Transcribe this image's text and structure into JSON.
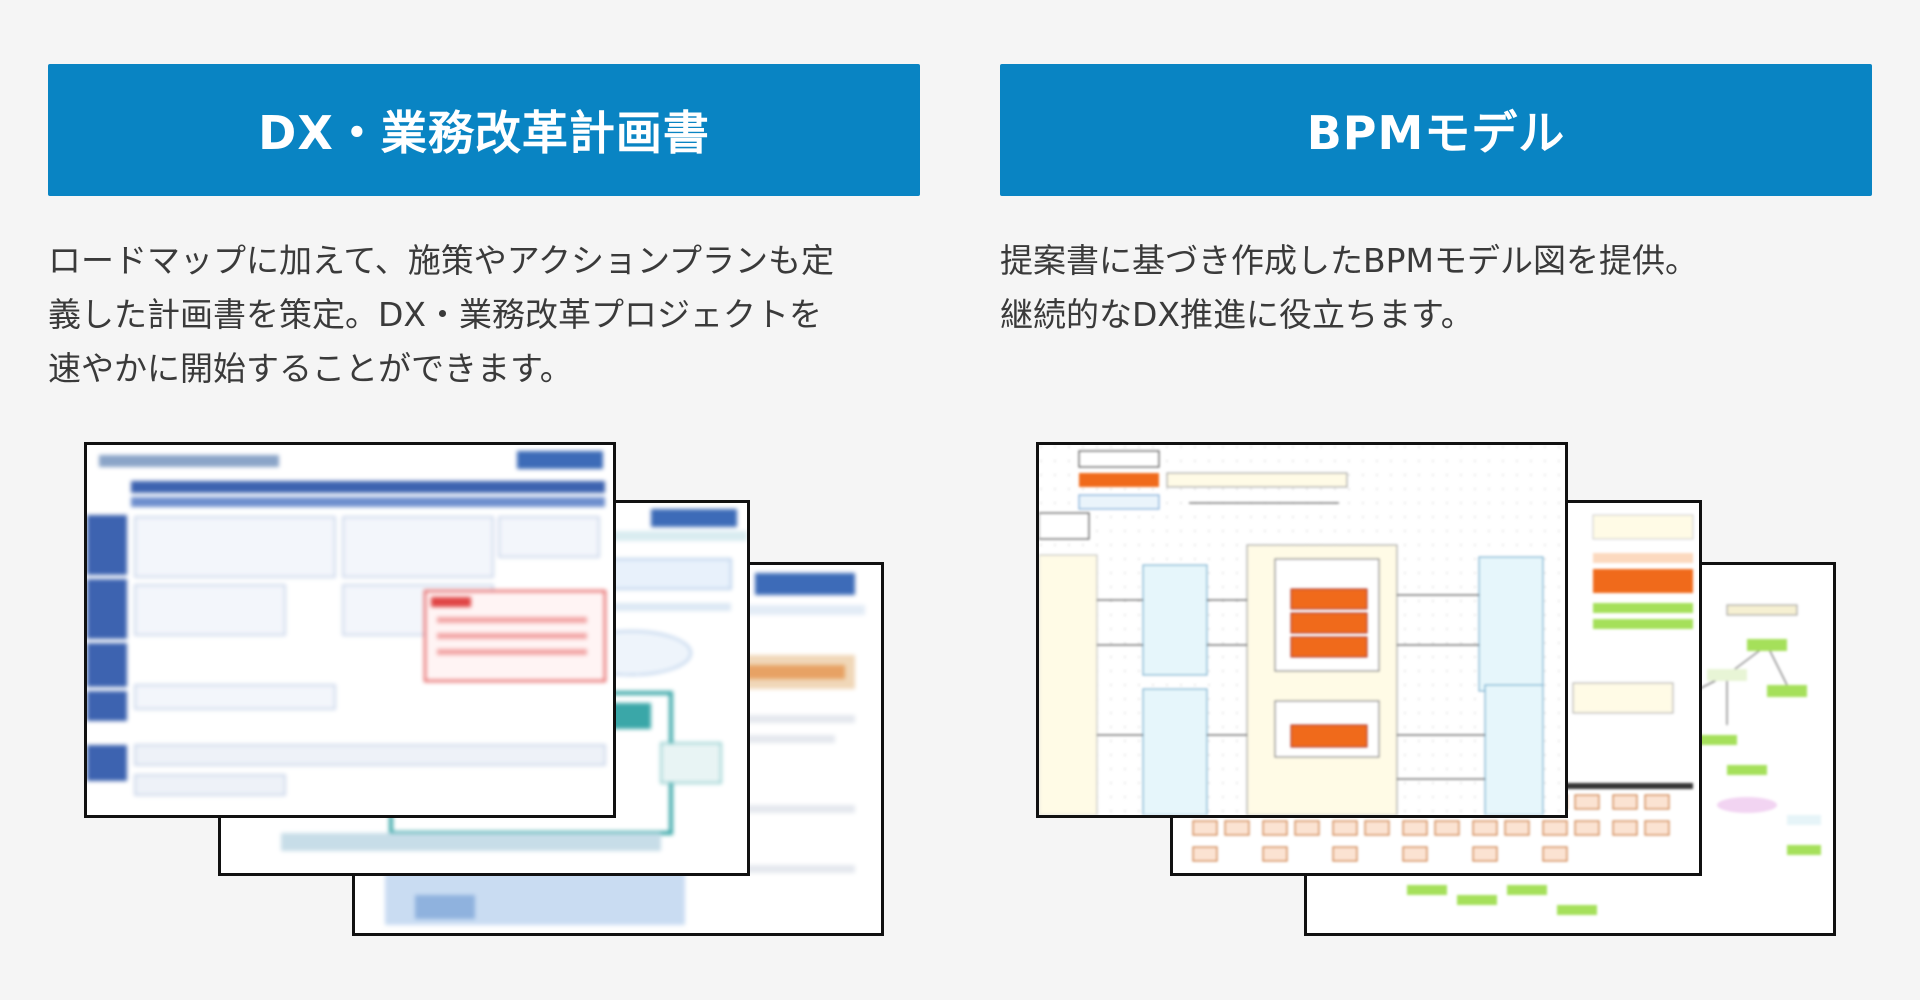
{
  "left": {
    "title": "DX・業務改革計画書",
    "description_lines": [
      "ロードマップに加えて、施策やアクションプランも定",
      "義した計画書を策定。DX・業務改革プロジェクトを",
      "速やかに開始することができます。"
    ],
    "thumbnail_icon": "document-preview-icon"
  },
  "right": {
    "title": "BPMモデル",
    "description_lines": [
      "提案書に基づき作成したBPMモデル図を提供。",
      "継続的なDX推進に役立ちます。"
    ],
    "thumbnail_icon": "diagram-preview-icon"
  },
  "colors": {
    "banner": "#0984c3",
    "background": "#f5f5f5",
    "text": "#3a3a3a"
  }
}
